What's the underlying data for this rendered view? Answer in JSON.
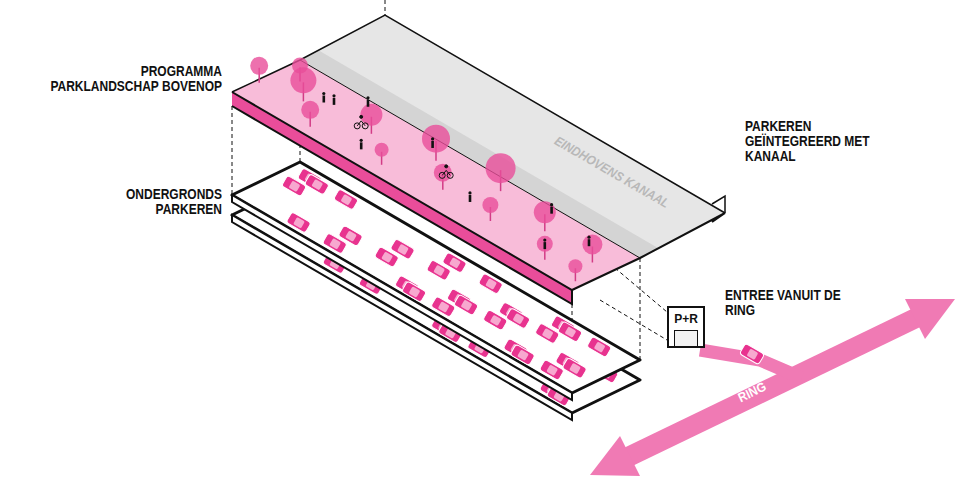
{
  "diagram": {
    "nodes": [
      {
        "text": [
          "P+R"
        ]
      }
    ],
    "labels": [
      "PROGRAMMA PARKLANDSCHAP BOVENOP",
      "ONDERGRONDS PARKEREN",
      "PARKEREN GEÏNTEGREERD MET KANAAL",
      "ENTREE VANUIT DE RING",
      "EINDHOVENS KANAAL",
      "RING"
    ]
  }
}
